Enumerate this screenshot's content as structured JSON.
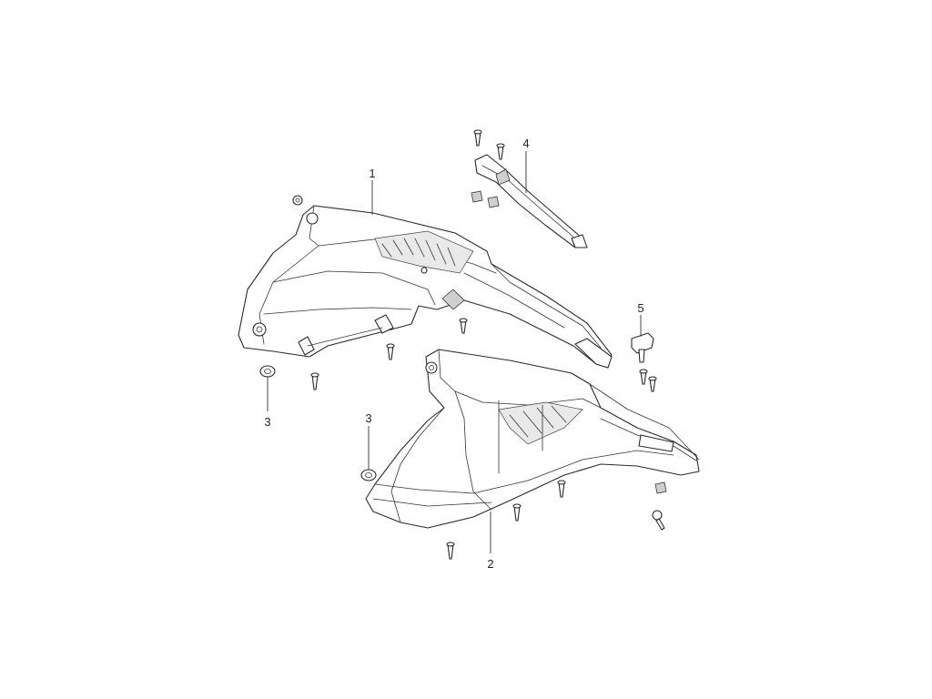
{
  "callouts": [
    {
      "id": "callout-1",
      "label": "1"
    },
    {
      "id": "callout-2",
      "label": "2"
    },
    {
      "id": "callout-3a",
      "label": "3"
    },
    {
      "id": "callout-3b",
      "label": "3"
    },
    {
      "id": "callout-4",
      "label": "4"
    },
    {
      "id": "callout-5",
      "label": "5"
    }
  ]
}
